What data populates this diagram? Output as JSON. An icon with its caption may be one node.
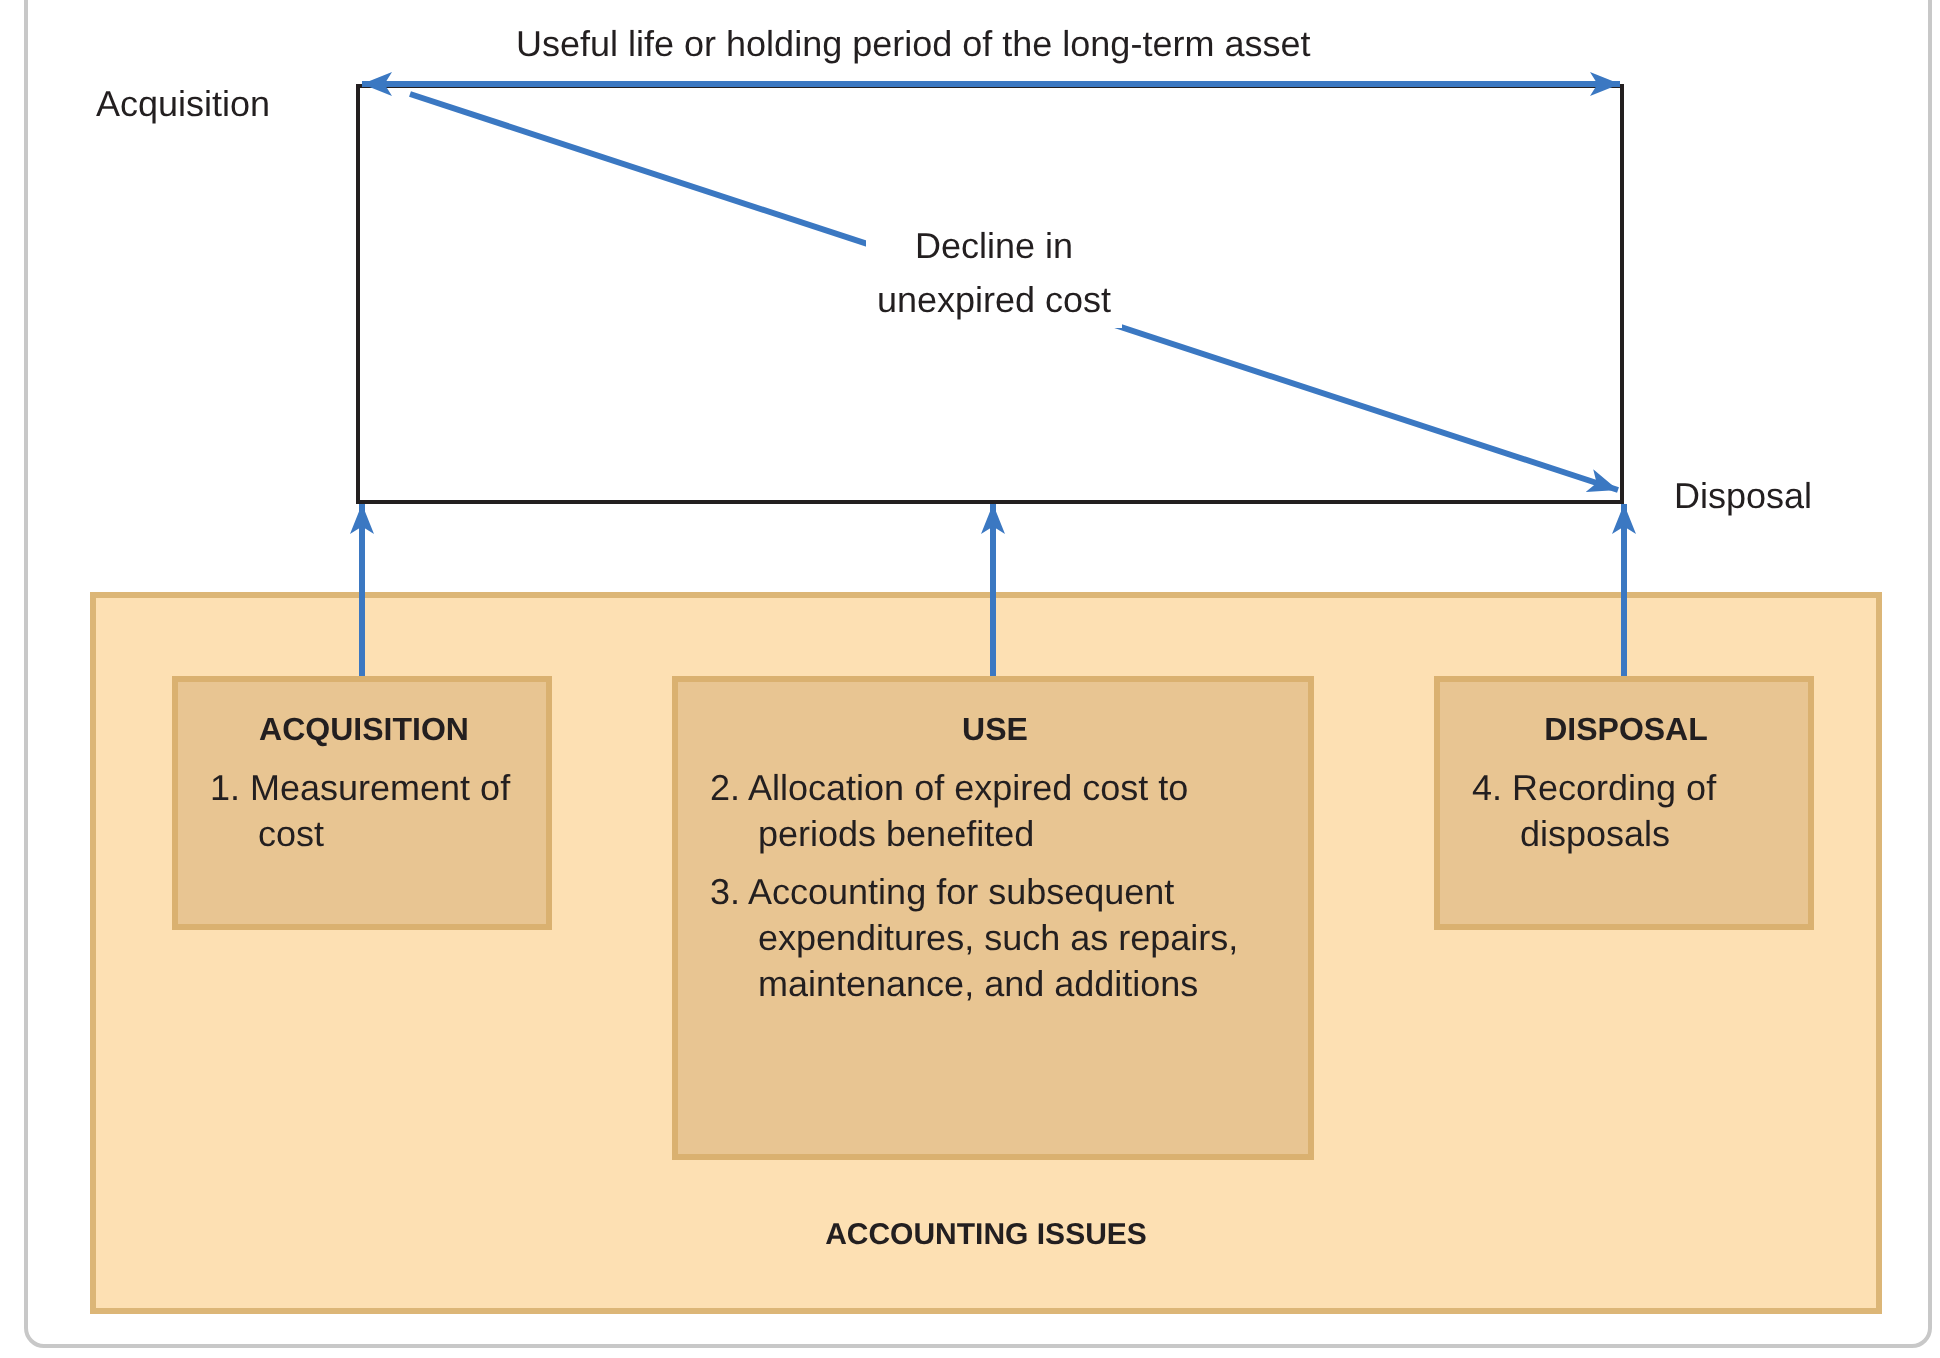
{
  "diagram": {
    "nodes": [
      {
        "text": [],
        "shape": "box"
      },
      {
        "text": [
          "ACCOUNTING ISSUES"
        ]
      },
      {
        "text": [
          "ACQUISITION",
          "1. Measurement of cost"
        ],
        "in": 1
      },
      {
        "text": [
          "USE",
          "2. Allocation of expired cost to periods benefited",
          "3. Accounting for subsequent expenditures, such as repairs, maintenance, and additions"
        ],
        "in": 1
      },
      {
        "text": [
          "DISPOSAL",
          "4. Recording of disposals"
        ],
        "in": 1
      }
    ],
    "edges": [
      {
        "from": 2,
        "to": 0,
        "arrow": "to"
      },
      {
        "from": 3,
        "to": 0,
        "arrow": "to"
      },
      {
        "from": 4,
        "to": 0,
        "arrow": "to"
      }
    ],
    "labels": [
      "Useful life or holding period of the long-term asset",
      "Acquisition",
      "Decline in unexpired cost",
      "Disposal"
    ]
  }
}
